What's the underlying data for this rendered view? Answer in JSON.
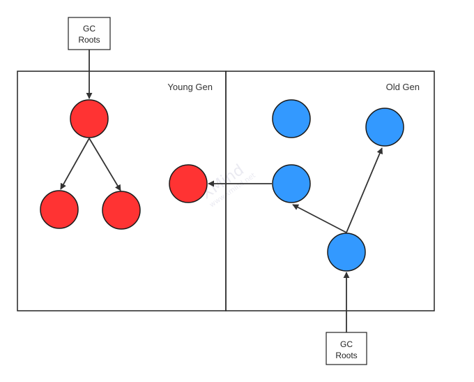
{
  "regions": {
    "young_gen": {
      "label": "Young Gen"
    },
    "old_gen": {
      "label": "Old Gen"
    }
  },
  "gc_roots": {
    "top": {
      "line1": "GC",
      "line2": "Roots"
    },
    "bottom": {
      "line1": "GC",
      "line2": "Roots"
    }
  },
  "watermark": {
    "brand": "XMind",
    "subtext": "www.xmind.net"
  },
  "colors": {
    "unreachable_node": "#ff3333",
    "reachable_node": "#3399ff",
    "node_stroke": "#1a1a1a",
    "edge": "#333333"
  }
}
